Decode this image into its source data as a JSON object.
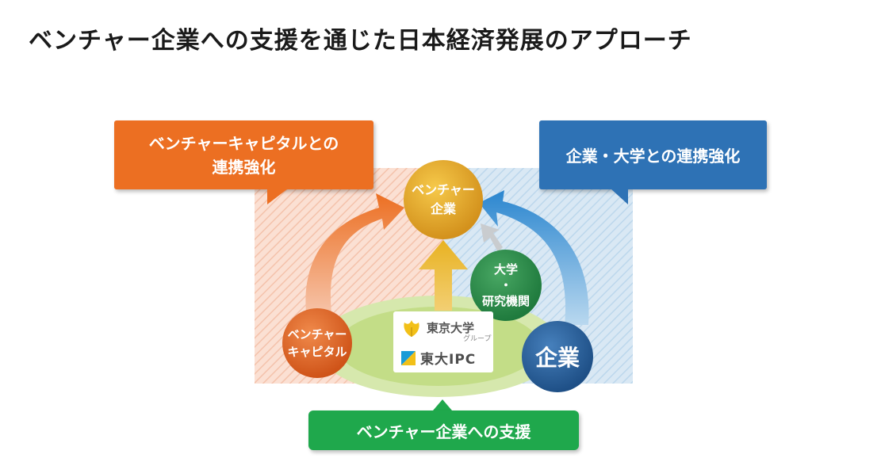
{
  "title": "ベンチャー企業への支援を通じた日本経済発展のアプローチ",
  "callouts": {
    "vc_collab_line1": "ベンチャーキャピタルとの",
    "vc_collab_line2": "連携強化",
    "corp_univ_collab": "企業・大学との連携強化",
    "venture_support": "ベンチャー企業への支援"
  },
  "nodes": {
    "venture_line1": "ベンチャー",
    "venture_line2": "企業",
    "vc_line1": "ベンチャー",
    "vc_line2": "キャピタル",
    "univ_line1": "大学",
    "univ_dot": "・",
    "univ_line2": "研究機関",
    "corporate": "企業"
  },
  "logos": {
    "utokyo_name": "東京大学",
    "utokyo_sub": "グループ",
    "ipc_name": "東大IPC"
  },
  "colors": {
    "orange": "#ec6f22",
    "blue": "#2e72b5",
    "green": "#1fa84c",
    "gold": "#e3a62a"
  }
}
